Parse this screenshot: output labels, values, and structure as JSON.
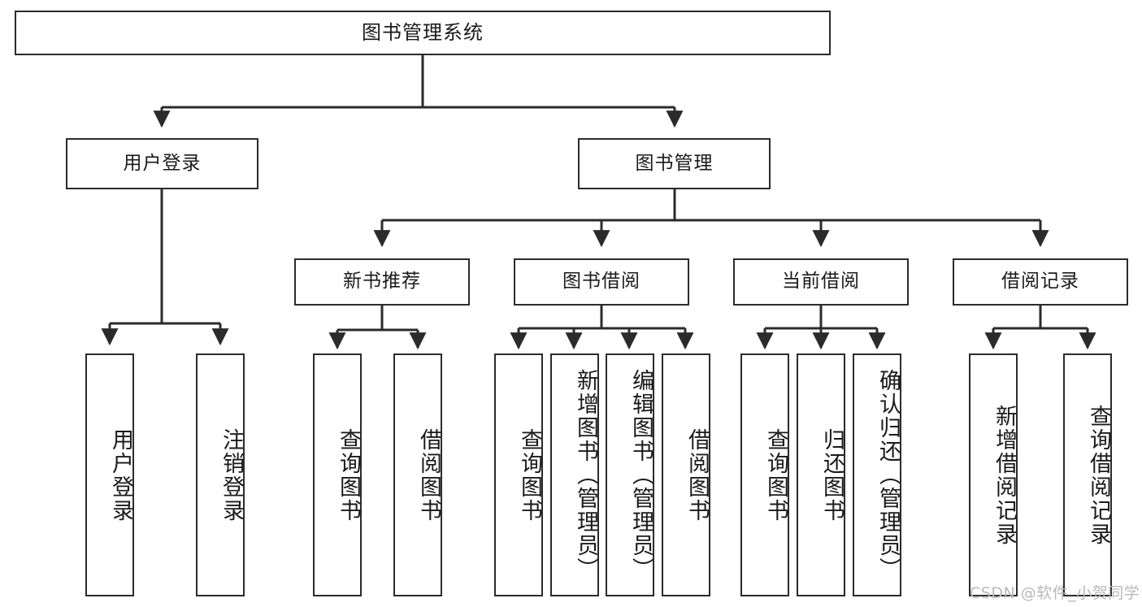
{
  "diagram": {
    "title": "图书管理系统",
    "watermark": "CSDN @软件_小贺同学",
    "edge_color": "#2b2b2b",
    "box_border_color": "#2b2b2b",
    "background_color": "#ffffff",
    "nodes": {
      "root": {
        "label": "图书管理系统"
      },
      "level2": [
        {
          "id": "user-login",
          "label": "用户登录"
        },
        {
          "id": "book-manage",
          "label": "图书管理"
        }
      ],
      "level3": [
        {
          "id": "new-book-recommend",
          "label": "新书推荐"
        },
        {
          "id": "book-borrow",
          "label": "图书借阅"
        },
        {
          "id": "current-borrow",
          "label": "当前借阅"
        },
        {
          "id": "borrow-record",
          "label": "借阅记录"
        }
      ],
      "leaves": [
        {
          "id": "leaf-user-login",
          "label": "用户登录",
          "parent": "user-login"
        },
        {
          "id": "leaf-logout",
          "label": "注销登录",
          "parent": "user-login"
        },
        {
          "id": "leaf-query-book-1",
          "label": "查询图书",
          "parent": "new-book-recommend"
        },
        {
          "id": "leaf-borrow-book-1",
          "label": "借阅图书",
          "parent": "new-book-recommend"
        },
        {
          "id": "leaf-query-book-2",
          "label": "查询图书",
          "parent": "book-borrow"
        },
        {
          "id": "leaf-add-book",
          "label": "新增图书（管理员）",
          "parent": "book-borrow"
        },
        {
          "id": "leaf-edit-book",
          "label": "编辑图书（管理员）",
          "parent": "book-borrow"
        },
        {
          "id": "leaf-borrow-book-2",
          "label": "借阅图书",
          "parent": "book-borrow"
        },
        {
          "id": "leaf-query-book-3",
          "label": "查询图书",
          "parent": "current-borrow"
        },
        {
          "id": "leaf-return-book",
          "label": "归还图书",
          "parent": "current-borrow"
        },
        {
          "id": "leaf-confirm-return",
          "label": "确认归还（管理员）",
          "parent": "current-borrow"
        },
        {
          "id": "leaf-add-record",
          "label": "新增借阅记录",
          "parent": "borrow-record"
        },
        {
          "id": "leaf-query-record",
          "label": "查询借阅记录",
          "parent": "borrow-record"
        }
      ]
    }
  }
}
